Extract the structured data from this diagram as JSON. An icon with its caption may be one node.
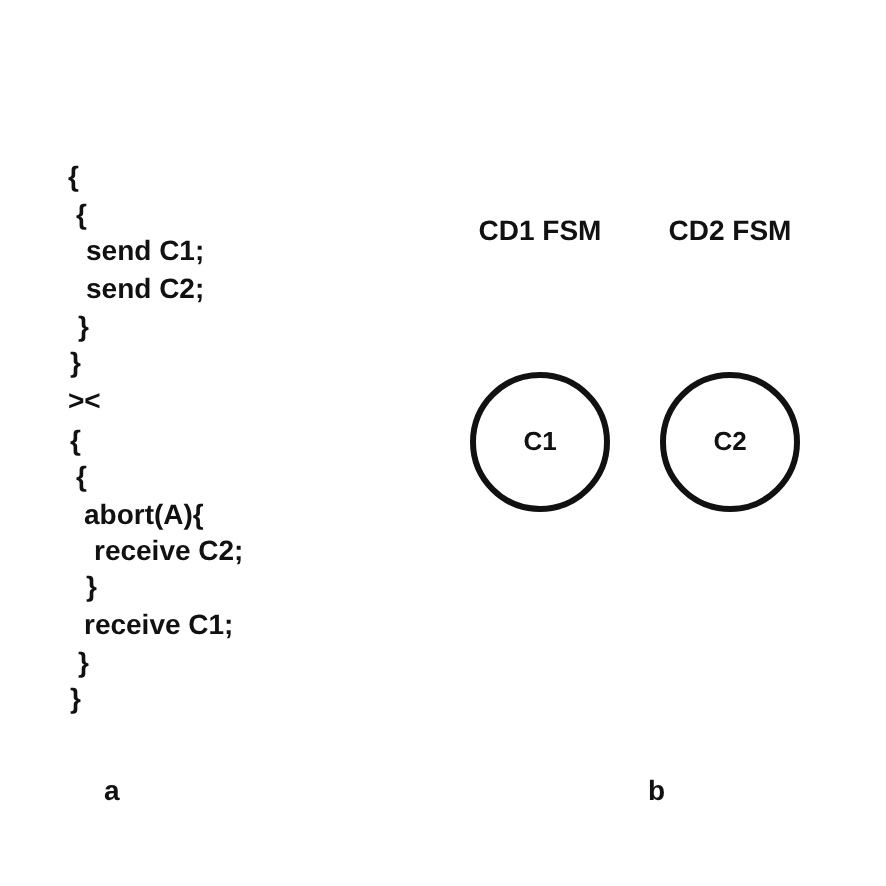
{
  "diagram": {
    "nodes": [
      {
        "text": [
          "CD1 FSM",
          "C1"
        ]
      },
      {
        "text": [
          "CD2 FSM",
          "C2"
        ]
      }
    ],
    "edges": [],
    "labels": [
      "{",
      "{",
      "send C1;",
      "send C2;",
      "}",
      "}",
      "><",
      "{",
      "{",
      "abort(A){",
      "receive C2;",
      "}",
      "receive C1;",
      "}",
      "}",
      "a",
      "b"
    ]
  }
}
